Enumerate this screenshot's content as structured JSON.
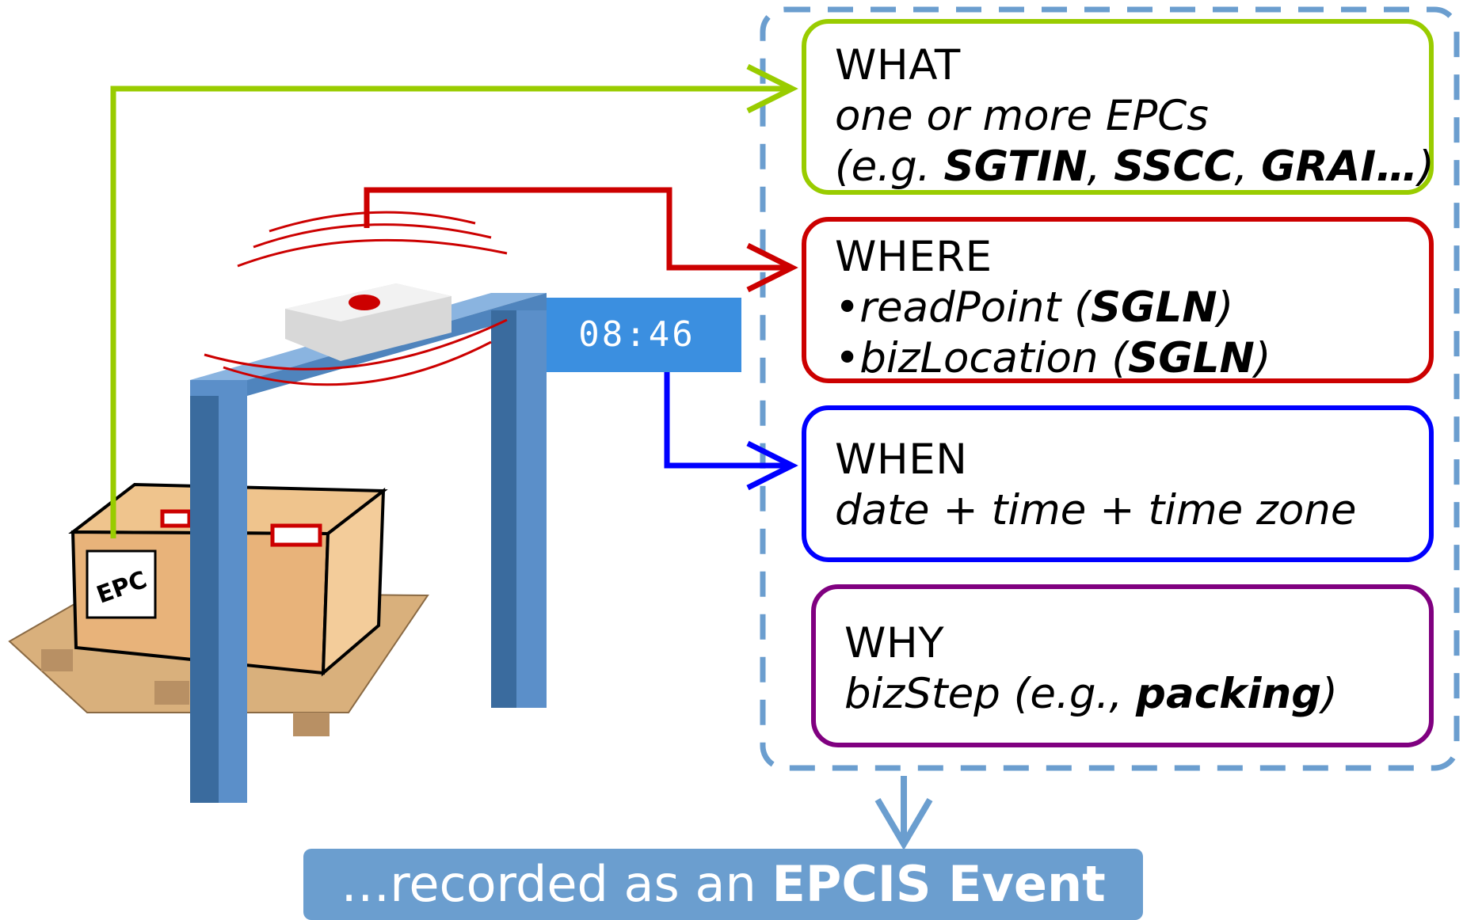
{
  "what": {
    "heading": "WHAT",
    "line1": "one or more EPCs",
    "line2_prefix": "(e.g. ",
    "line2_ids": [
      "SGTIN",
      "SSCC",
      "GRAI…"
    ],
    "line2_suffix": ")"
  },
  "where": {
    "heading": "WHERE",
    "items": [
      {
        "bullet": "•",
        "label": "readPoint",
        "id": "SGLN"
      },
      {
        "bullet": "•",
        "label": "bizLocation",
        "id": "SGLN"
      }
    ]
  },
  "when": {
    "heading": "WHEN",
    "line1": "date + time + time zone"
  },
  "why": {
    "heading": "WHY",
    "line1_prefix": "bizStep (e.g., ",
    "line1_value": "packing",
    "line1_suffix": ")"
  },
  "clock": {
    "time": "08:46"
  },
  "logo": {
    "text": "EPC"
  },
  "banner": {
    "prefix": "…recorded as an ",
    "emphasis": "EPCIS Event"
  },
  "colors": {
    "what": "#99cc00",
    "where": "#cc0000",
    "when": "#0000ff",
    "why": "#800080",
    "container": "#6b9ecf",
    "banner": "#6b9ecf",
    "gate": "#5b8fc9",
    "box": "#e8b37a"
  }
}
